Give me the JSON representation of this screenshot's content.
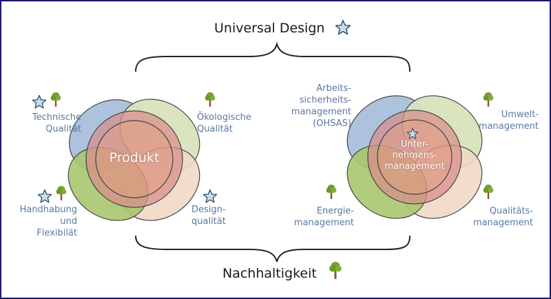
{
  "heading_top": "Universal Design",
  "heading_bottom": "Nachhaltigkeit",
  "left_cluster": {
    "center_label": "Produkt",
    "top_left": [
      "Technische",
      "Qualität"
    ],
    "top_right": [
      "Ökologische",
      "Qualität"
    ],
    "bottom_left": [
      "Handhabung",
      "und",
      "Flexibilät"
    ],
    "bottom_right": [
      "Design-",
      "qualität"
    ]
  },
  "right_cluster": {
    "center_label": [
      "Unter-",
      "nehmens-",
      "management"
    ],
    "top_left": [
      "Arbeits-",
      "sicherheits-",
      "management",
      "(OHSAS)"
    ],
    "top_right": [
      "Umwelt-",
      "management"
    ],
    "bottom_left": [
      "Energie-",
      "management"
    ],
    "bottom_right": [
      "Qualitäts-",
      "management"
    ]
  },
  "icons": {
    "star": "star-icon",
    "tree": "tree-icon"
  },
  "colors": {
    "label_blue": "#5877a5",
    "petal_blue": "#a9c0db",
    "petal_green": "#a9c76f",
    "petal_beige": "#efd9c4",
    "petal_sage": "#d8e4bd",
    "center_pink": "#d98c8a",
    "star_fill": "#c9dde8",
    "tree_leaf": "#74a12d",
    "tree_trunk": "#8a5a2b"
  }
}
